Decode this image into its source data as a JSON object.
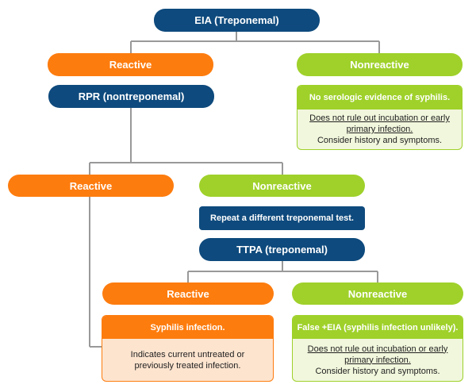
{
  "flowchart": {
    "eia": "EIA (Treponemal)",
    "level1_reactive": "Reactive",
    "level1_nonreactive": "Nonreactive",
    "rpr": "RPR (nontreponemal)",
    "nonreactive_panel": {
      "header": "No serologic evidence of syphilis.",
      "line1": "Does not rule out incubation or early",
      "line2": "primary infection.",
      "line3": "Consider history and symptoms."
    },
    "level2_reactive": "Reactive",
    "level2_nonreactive": "Nonreactive",
    "repeat_test": "Repeat a different treponemal test.",
    "ttpa": "TTPA (treponemal)",
    "level3_reactive": "Reactive",
    "level3_nonreactive": "Nonreactive",
    "syphilis_panel": {
      "header": "Syphilis infection.",
      "line1": "Indicates current untreated or",
      "line2": "previously treated infection."
    },
    "false_eia_panel": {
      "header": "False +EIA (syphilis infection unlikely).",
      "line1": "Does not rule out incubation or early",
      "line2": "primary infection.",
      "line3": "Consider history and symptoms."
    }
  },
  "colors": {
    "navy": "#0e4a7d",
    "orange": "#fd7c0e",
    "green": "#9fd12a",
    "connector": "#999999"
  }
}
